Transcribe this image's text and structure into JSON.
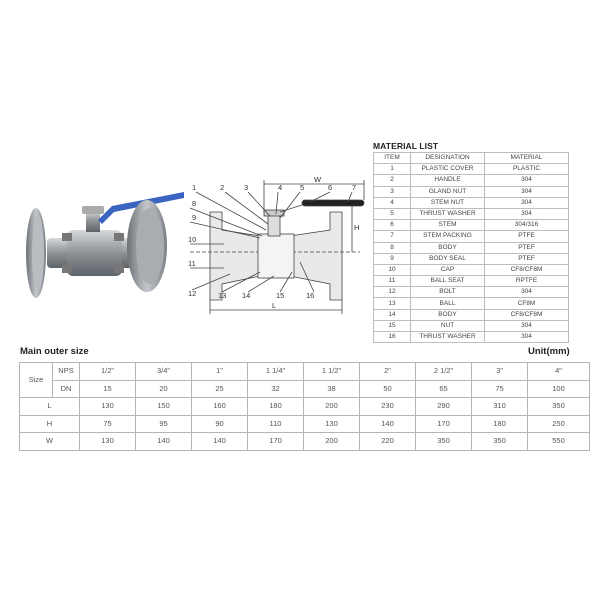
{
  "drawing": {
    "callouts": [
      "1",
      "2",
      "3",
      "4",
      "5",
      "6",
      "7",
      "8",
      "9",
      "10",
      "11",
      "12",
      "13",
      "14",
      "15",
      "16"
    ],
    "dimension_labels": {
      "width": "W",
      "height": "H",
      "length": "L"
    }
  },
  "material_list": {
    "title": "MATERIAL LIST",
    "headers": [
      "ITEM",
      "DESIGNATION",
      "MATERIAL"
    ],
    "rows": [
      [
        "1",
        "PLASTIC COVER",
        "PLASTIC"
      ],
      [
        "2",
        "HANDLE",
        "304"
      ],
      [
        "3",
        "GLAND NUT",
        "304"
      ],
      [
        "4",
        "STEM NUT",
        "304"
      ],
      [
        "5",
        "THRUST WASHER",
        "304"
      ],
      [
        "6",
        "STEM",
        "304/316"
      ],
      [
        "7",
        "STEM PACKING",
        "PTFE"
      ],
      [
        "8",
        "BODY",
        "PTEF"
      ],
      [
        "9",
        "BODY SEAL",
        "PTEF"
      ],
      [
        "10",
        "CAP",
        "CF8/CF8M"
      ],
      [
        "11",
        "BALL SEAT",
        "RPTFE"
      ],
      [
        "12",
        "BOLT",
        "304"
      ],
      [
        "13",
        "BALL",
        "CF8M"
      ],
      [
        "14",
        "BODY",
        "CF8/CF8M"
      ],
      [
        "15",
        "NUT",
        "304"
      ],
      [
        "16",
        "THRUST WASHER",
        "304"
      ]
    ]
  },
  "size_table": {
    "title": "Main outer size",
    "unit": "Unit(mm)",
    "size_label": "Size",
    "nps_label": "NPS",
    "dn_label": "DN",
    "nps": [
      "1/2\"",
      "3/4\"",
      "1\"",
      "1 1/4\"",
      "1 1/2\"",
      "2\"",
      "2 1/2\"",
      "3\"",
      "4\""
    ],
    "dn": [
      "15",
      "20",
      "25",
      "32",
      "38",
      "50",
      "65",
      "75",
      "100"
    ],
    "rows": [
      {
        "label": "L",
        "values": [
          "130",
          "150",
          "160",
          "180",
          "200",
          "230",
          "290",
          "310",
          "350"
        ]
      },
      {
        "label": "H",
        "values": [
          "75",
          "95",
          "90",
          "110",
          "130",
          "140",
          "170",
          "180",
          "250"
        ]
      },
      {
        "label": "W",
        "values": [
          "130",
          "140",
          "140",
          "170",
          "200",
          "220",
          "350",
          "350",
          "550"
        ]
      }
    ]
  },
  "colors": {
    "handle_blue": "#3a64c0",
    "steel": "#9aa0a6",
    "border": "#bdbdbd"
  }
}
